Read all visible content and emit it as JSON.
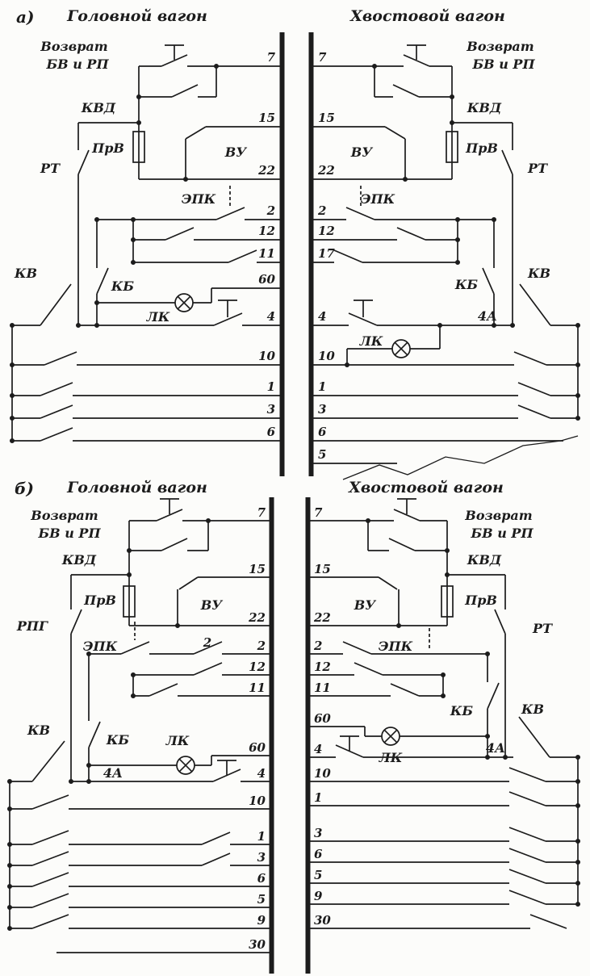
{
  "titles": {
    "section_a_marker": "а)",
    "section_b_marker": "б)",
    "head_wagon": "Головной вагон",
    "tail_wagon": "Хвостовой вагон"
  },
  "legend": {
    "vozvrat_line1": "Возврат",
    "vozvrat_line2": "БВ и РП",
    "kvd": "КВД",
    "prv": "ПрВ",
    "vu": "ВУ",
    "rt": "РТ",
    "rpg": "РПГ",
    "epk": "ЭПК",
    "kb": "КБ",
    "kv": "КВ",
    "lk": "ЛК",
    "tag_4a": "4А",
    "branch_2": "2"
  },
  "wire_numbers": {
    "a_head": [
      "7",
      "15",
      "22",
      "2",
      "12",
      "11",
      "60",
      "4",
      "10",
      "1",
      "3",
      "6"
    ],
    "a_tail": [
      "7",
      "15",
      "22",
      "2",
      "12",
      "17",
      "4",
      "10",
      "1",
      "3",
      "6",
      "5"
    ],
    "b_head": [
      "7",
      "15",
      "22",
      "2",
      "12",
      "11",
      "60",
      "4",
      "10",
      "1",
      "3",
      "6",
      "5",
      "9",
      "30"
    ],
    "b_tail": [
      "7",
      "15",
      "22",
      "2",
      "12",
      "11",
      "60",
      "4",
      "10",
      "1",
      "3",
      "6",
      "5",
      "9",
      "30"
    ]
  },
  "colors": {
    "ink": "#1c1c1c",
    "paper": "#fcfcfa"
  }
}
